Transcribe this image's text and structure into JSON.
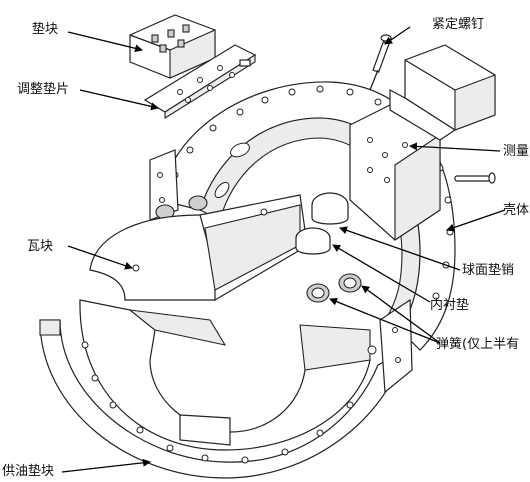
{
  "labels": {
    "pad_block": "垫块",
    "adjust_shim": "调整垫片",
    "set_screw": "紧定螺钉",
    "measure": "测量",
    "housing": "壳体",
    "tile_block": "瓦块",
    "spherical_pin": "球面垫销",
    "inner_liner": "内衬垫",
    "spring": "弹簧(仅上半有",
    "oil_pad": "供油垫块"
  }
}
